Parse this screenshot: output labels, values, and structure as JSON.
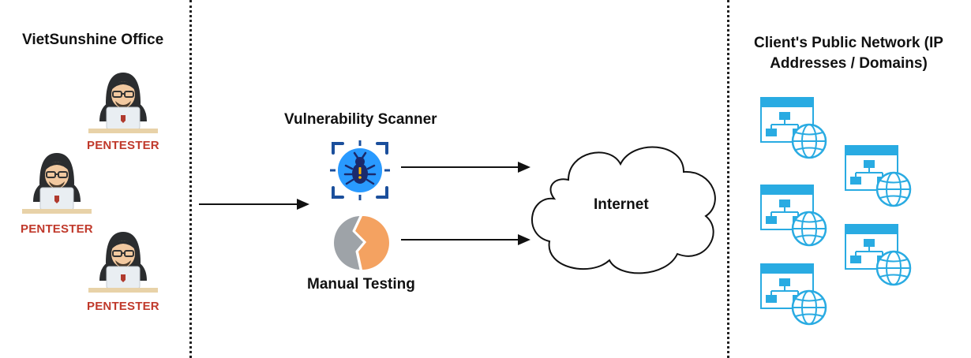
{
  "office": {
    "title": "VietSunshine Office"
  },
  "pentesters": [
    {
      "label": "PENTESTER"
    },
    {
      "label": "PENTESTER"
    },
    {
      "label": "PENTESTER"
    }
  ],
  "tools": {
    "scanner_label": "Vulnerability Scanner",
    "manual_label": "Manual Testing"
  },
  "cloud": {
    "label": "Internet"
  },
  "client": {
    "title": "Client's Public Network (IP Addresses / Domains)"
  },
  "colors": {
    "pentester_label": "#c0392b",
    "hood": "#2b2d2f",
    "skin": "#f2c9a0",
    "laptop": "#e9eef2",
    "desk": "#e8d2a8",
    "scanner_blue": "#1e90ff",
    "scanner_frame": "#1b4f9c",
    "manual_gray": "#9ea3a8",
    "manual_orange": "#f4a261",
    "network_blue": "#29abe2"
  }
}
